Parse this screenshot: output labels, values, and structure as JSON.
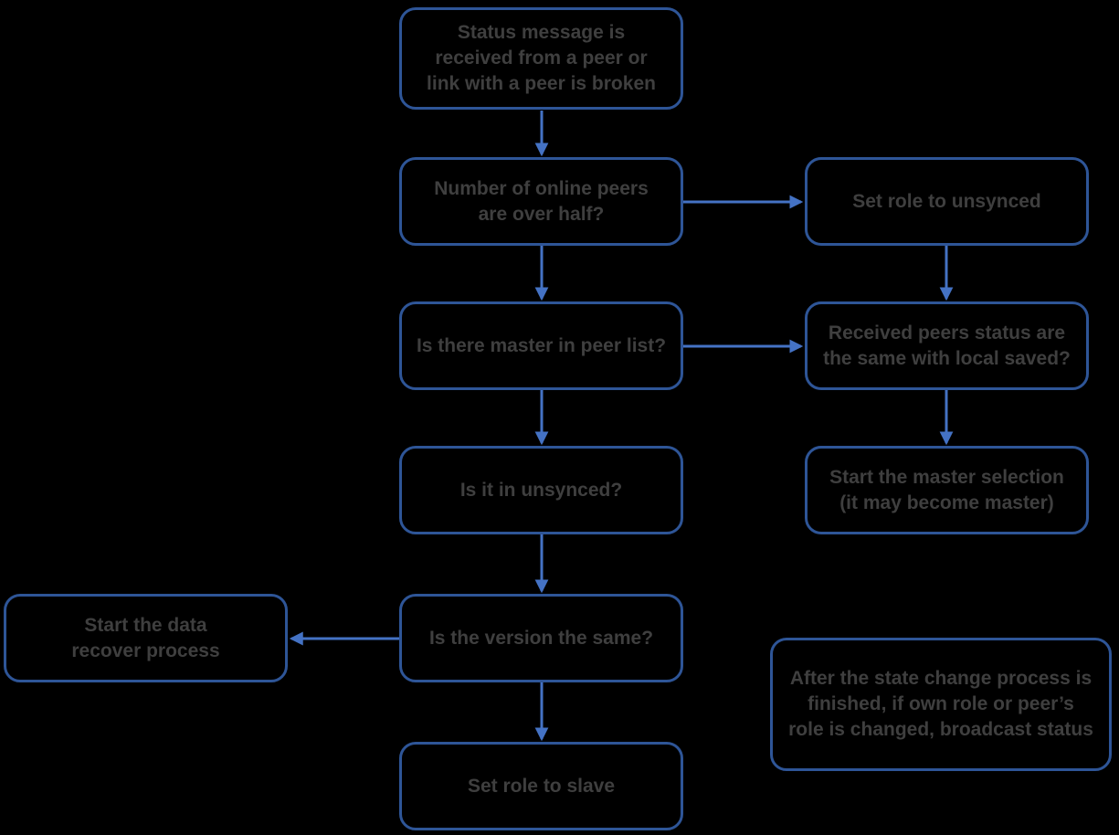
{
  "colors": {
    "background": "#000000",
    "node_border": "#2E5597",
    "arrow": "#4472C4",
    "text": "#3F3F3F"
  },
  "nodes": [
    {
      "id": "status-received",
      "label": "Status message is\nreceived from a peer or\nlink with a peer is broken"
    },
    {
      "id": "peers-over-half",
      "label": "Number of online peers\nare over half?"
    },
    {
      "id": "set-role-unsynced",
      "label": "Set role to unsynced"
    },
    {
      "id": "master-in-peer-list",
      "label": "Is there master in peer list?"
    },
    {
      "id": "peers-status-same",
      "label": "Received peers status are\nthe same with local saved?"
    },
    {
      "id": "is-it-unsynced",
      "label": "Is it in unsynced?"
    },
    {
      "id": "start-master-selection",
      "label": "Start the master selection\n(it may become master)"
    },
    {
      "id": "version-same",
      "label": "Is the version the same?"
    },
    {
      "id": "start-data-recover",
      "label": "Start the data\nrecover process"
    },
    {
      "id": "set-role-slave",
      "label": "Set role to slave"
    },
    {
      "id": "broadcast-note",
      "label": "After the state change process is\nfinished, if own role or peer’s\nrole is changed, broadcast status"
    }
  ],
  "edges": [
    {
      "from": "status-received",
      "to": "peers-over-half",
      "direction": "down"
    },
    {
      "from": "peers-over-half",
      "to": "set-role-unsynced",
      "direction": "right"
    },
    {
      "from": "peers-over-half",
      "to": "master-in-peer-list",
      "direction": "down"
    },
    {
      "from": "set-role-unsynced",
      "to": "peers-status-same",
      "direction": "down"
    },
    {
      "from": "master-in-peer-list",
      "to": "peers-status-same",
      "direction": "right"
    },
    {
      "from": "master-in-peer-list",
      "to": "is-it-unsynced",
      "direction": "down"
    },
    {
      "from": "peers-status-same",
      "to": "start-master-selection",
      "direction": "down"
    },
    {
      "from": "is-it-unsynced",
      "to": "version-same",
      "direction": "down"
    },
    {
      "from": "version-same",
      "to": "start-data-recover",
      "direction": "left"
    },
    {
      "from": "version-same",
      "to": "set-role-slave",
      "direction": "down"
    }
  ]
}
